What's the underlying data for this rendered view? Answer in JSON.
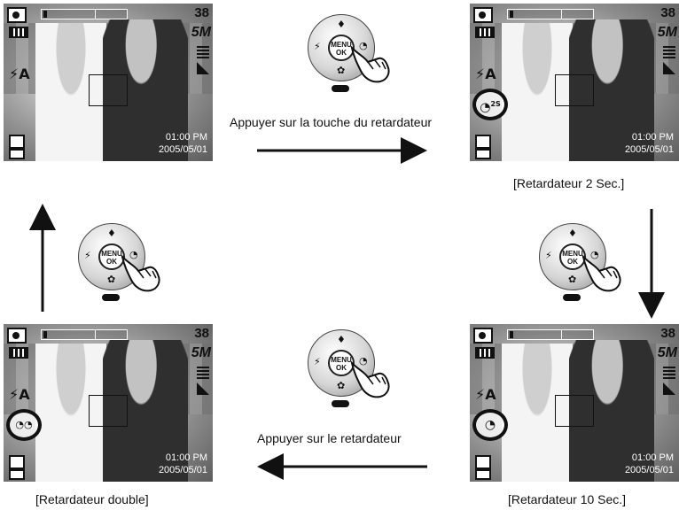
{
  "screen": {
    "shots_remaining": "38",
    "resolution": "5M",
    "time": "01:00 PM",
    "date": "2005/05/01",
    "flash_icon": "⚡A"
  },
  "panels": [
    {
      "id": "top-left",
      "timer_shown": false,
      "timer_text": "",
      "timer_sup": ""
    },
    {
      "id": "top-right",
      "timer_shown": true,
      "timer_text": "◔",
      "timer_sup": "2S"
    },
    {
      "id": "bottom-right",
      "timer_shown": true,
      "timer_text": "◔",
      "timer_sup": ""
    },
    {
      "id": "bottom-left",
      "timer_shown": true,
      "timer_text": "◔◔",
      "timer_sup": ""
    }
  ],
  "dial": {
    "center_top": "MENU",
    "center_bottom": "OK",
    "top_icon": "microphone-icon",
    "left_icon": "flash-icon",
    "right_icon": "self-timer-icon",
    "bottom_icon": "macro-icon",
    "play_icon": "play-pause-icon"
  },
  "labels": {
    "top_caption": "Appuyer sur la touche du retardateur",
    "bottom_caption": "Appuyer sur le retardateur",
    "caption_2s": "[Retardateur 2 Sec.]",
    "caption_10s": "[Retardateur 10 Sec.]",
    "caption_double": "[Retardateur double]"
  },
  "colors": {
    "arrow": "#111111",
    "timer_ring": "#111111"
  }
}
